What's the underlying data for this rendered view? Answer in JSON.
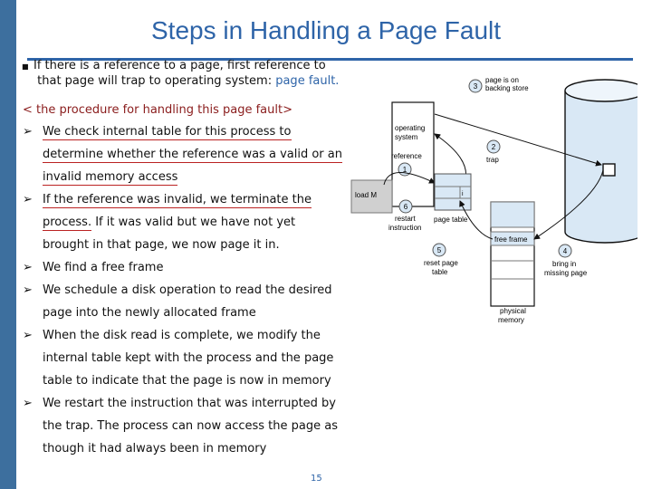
{
  "slide": {
    "title": "Steps in Handling a Page Fault",
    "intro": {
      "line1": "If there is a reference to a page, first reference to",
      "line2": "that page will trap to operating system: ",
      "highlight": "page fault."
    },
    "procedure_heading": "< the procedure for handling this page fault>",
    "steps": {
      "s1a": "We check internal table for this process to",
      "s1b": "determine whether the reference was a valid or an",
      "s1c": "invalid memory access",
      "s2a_ul": "If the reference was invalid, we terminate the",
      "s2b_ul": "process.",
      "s2b_rest": " If it was valid but we have not yet",
      "s2c": "brought in that page, we now page it in.",
      "s3": "We find a free frame",
      "s4a": "We schedule a disk operation to read the desired",
      "s4b": "page into the newly allocated frame",
      "s5a": "When the disk read is complete, we modify the",
      "s5b": "internal table kept with the process and the page",
      "s5c": "table to indicate that the page is now in memory",
      "s6a": "We restart the instruction that was interrupted by",
      "s6b": "the trap. The process can now access the page as",
      "s6c": "though it had always been in memory"
    },
    "page_number": "15"
  },
  "diagram": {
    "step3": "3",
    "backing_store_1": "page is on",
    "backing_store_2": "backing store",
    "os_1": "operating",
    "os_2": "system",
    "reference": "reference",
    "step1": "1",
    "step2": "2",
    "trap": "trap",
    "load": "load M",
    "i_mark": "i",
    "step6": "6",
    "restart_1": "restart",
    "restart_2": "instruction",
    "page_table": "page table",
    "free_frame": "free frame",
    "step5": "5",
    "reset_1": "reset page",
    "reset_2": "table",
    "step4": "4",
    "bring_1": "bring in",
    "bring_2": "missing page",
    "physical_1": "physical",
    "physical_2": "memory"
  }
}
